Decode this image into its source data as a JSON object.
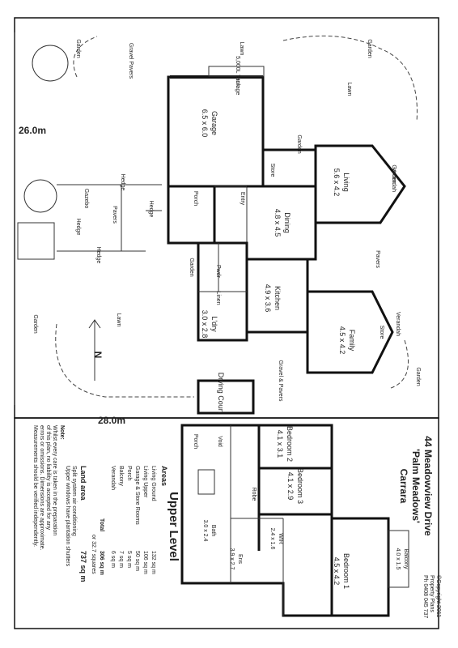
{
  "property": {
    "address_line1": "44 Meadowview Drive",
    "address_line2": "'Palm Meadows'",
    "address_line3": "Carrara"
  },
  "dimensions": {
    "depth": "26.0m",
    "width": "28.0m"
  },
  "ground_floor": {
    "garage": {
      "name": "Garage",
      "size": "6.5 x 6.0"
    },
    "living": {
      "name": "Living",
      "size": "5.6 x 4.2"
    },
    "dining": {
      "name": "Dining",
      "size": "4.8 x 4.5"
    },
    "kitchen": {
      "name": "Kitchen",
      "size": "4.9 x 3.6"
    },
    "family": {
      "name": "Family",
      "size": "4.5 x 4.2"
    },
    "laundry": {
      "name": "L'dry",
      "size": "3.0 x 2.8"
    },
    "storage": "Storage",
    "store_1": "Store",
    "store_2": "Store",
    "entry": "Entry",
    "porch": "Porch",
    "pwdr": "Pwdr",
    "linen": "Linen",
    "drying_court": "Drying Court",
    "verandah_1": "Verandah",
    "verandah_2": "Verandah",
    "water_tank": "5,000L Tank",
    "gravel_pavers": "Gravel & Pavers",
    "gravel_pavers_2": "Gravel Pavers",
    "pavers": "Pavers",
    "pavers_2": "Pavers",
    "gazebo": "Gazebo",
    "hedge_1": "Hedge",
    "hedge_2": "Hedge",
    "hedge_3": "Hedge",
    "hedge_4": "Hedge",
    "garden_1": "Garden",
    "garden_2": "Garden",
    "garden_3": "Garden",
    "garden_4": "Garden",
    "garden_5": "Garden",
    "garden_6": "Garden",
    "garden_7": "Garden",
    "lawn_1": "Lawn",
    "lawn_2": "Lawn",
    "lawn_3": "Lawn",
    "north": "N"
  },
  "upper_floor": {
    "title": "Upper Level",
    "bedroom1": {
      "name": "Bedroom 1",
      "size": "4.5 x 4.2"
    },
    "bedroom2": {
      "name": "Bedroom 2",
      "size": "4.1 x 3.1"
    },
    "bedroom3": {
      "name": "Bedroom 3",
      "size": "4.1 x 2.9"
    },
    "balcony": {
      "name": "Balcony",
      "size": "4.0 x 1.5"
    },
    "bath": {
      "name": "Bath",
      "size": "3.0 x 2.4"
    },
    "ens": {
      "name": "Ens",
      "size": "3.9 x 2.7"
    },
    "wir": {
      "name": "WIR",
      "size": "2.4 x 1.6"
    },
    "porch": "Porch",
    "void": "Void",
    "robe": "Robe"
  },
  "areas": {
    "title": "Areas",
    "rows": [
      {
        "label": "Living Ground",
        "value": "132 sq m"
      },
      {
        "label": "Living Upper",
        "value": "106 sq m"
      },
      {
        "label": "Garage & Store Rooms",
        "value": "50 sq m"
      },
      {
        "label": "Porch",
        "value": "5 sq m"
      },
      {
        "label": "Balcony",
        "value": "7 sq m"
      },
      {
        "label": "Verandah",
        "value": "6 sq m"
      }
    ],
    "total_label": "Total",
    "total_value": "306 sq m",
    "squares": "or 32.7 squares",
    "land_label": "Land area",
    "land_value": "737 sq m",
    "extra_1": "Split system air conditioning",
    "extra_2": "Upper windows have plantation shutters"
  },
  "notes": {
    "heading": "Note:",
    "lines": [
      "Whilst every care is taken in the preparation",
      "of this plan, no liability is accepted for any",
      "errors or omissions. Dimensions are approximate.",
      "Measurements should be verified independently."
    ]
  },
  "copyright": {
    "line1": "©Copyright 2011",
    "line2": "Property Plans",
    "line3": "Ph 0408 045 737"
  }
}
